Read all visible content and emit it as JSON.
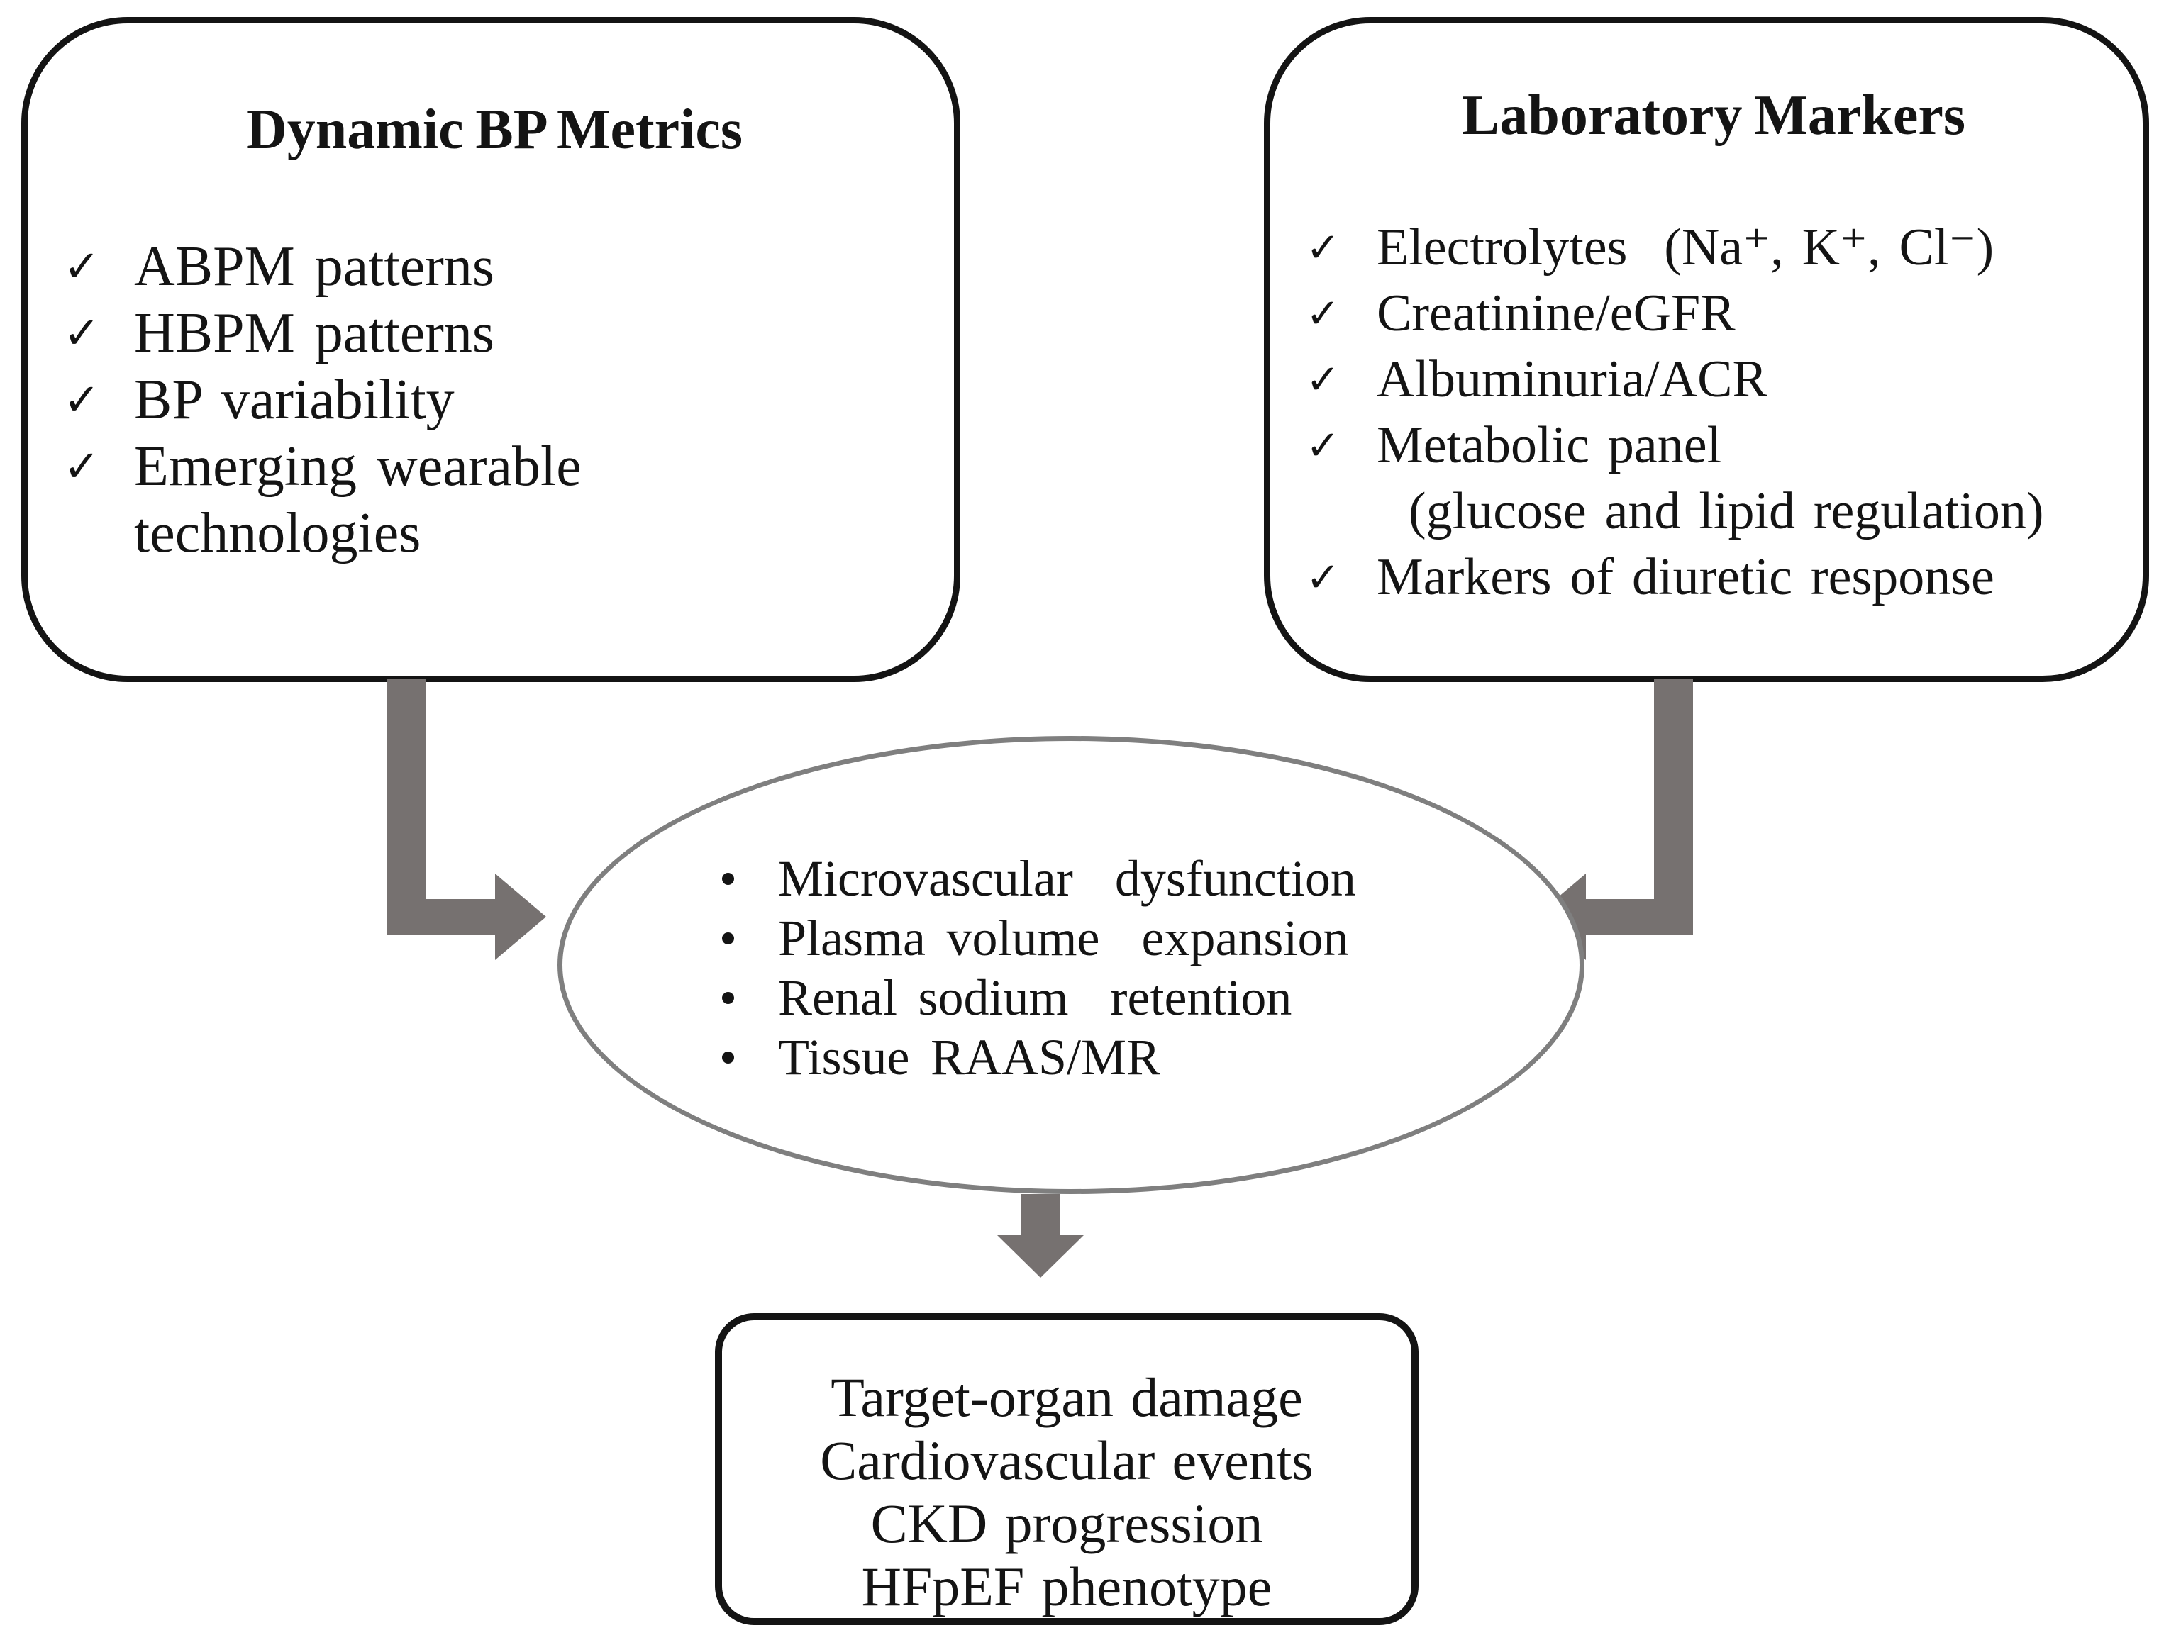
{
  "left_box": {
    "title": "Dynamic BP Metrics",
    "check": "✓",
    "items": [
      {
        "line1": "ABPM patterns",
        "line2": ""
      },
      {
        "line1": "HBPM patterns",
        "line2": ""
      },
      {
        "line1": "BP variability",
        "line2": ""
      },
      {
        "line1": "Emerging wearable",
        "line2": "technologies"
      }
    ]
  },
  "right_box": {
    "title": "Laboratory Markers",
    "check": "✓",
    "items": [
      {
        "line1": "Electrolytes  (Na⁺, K⁺, Cl⁻)",
        "line2": ""
      },
      {
        "line1": "Creatinine/eGFR",
        "line2": ""
      },
      {
        "line1": "Albuminuria/ACR",
        "line2": ""
      },
      {
        "line1": "Metabolic panel",
        "line2": "(glucose and lipid regulation)"
      },
      {
        "line1": "Markers of diuretic response",
        "line2": ""
      }
    ]
  },
  "ellipse": {
    "items": [
      "Microvascular  dysfunction",
      "Plasma volume  expansion",
      "Renal sodium  retention",
      "Tissue RAAS/MR"
    ]
  },
  "bottom_box": {
    "lines": [
      "Target-organ damage",
      "Cardiovascular events",
      "CKD progression",
      "HFpEF phenotype"
    ]
  },
  "colors": {
    "arrow": "#767170",
    "ellipse_border": "#7f7f7f",
    "box_border": "#141414",
    "text": "#141414",
    "background": "#ffffff"
  }
}
